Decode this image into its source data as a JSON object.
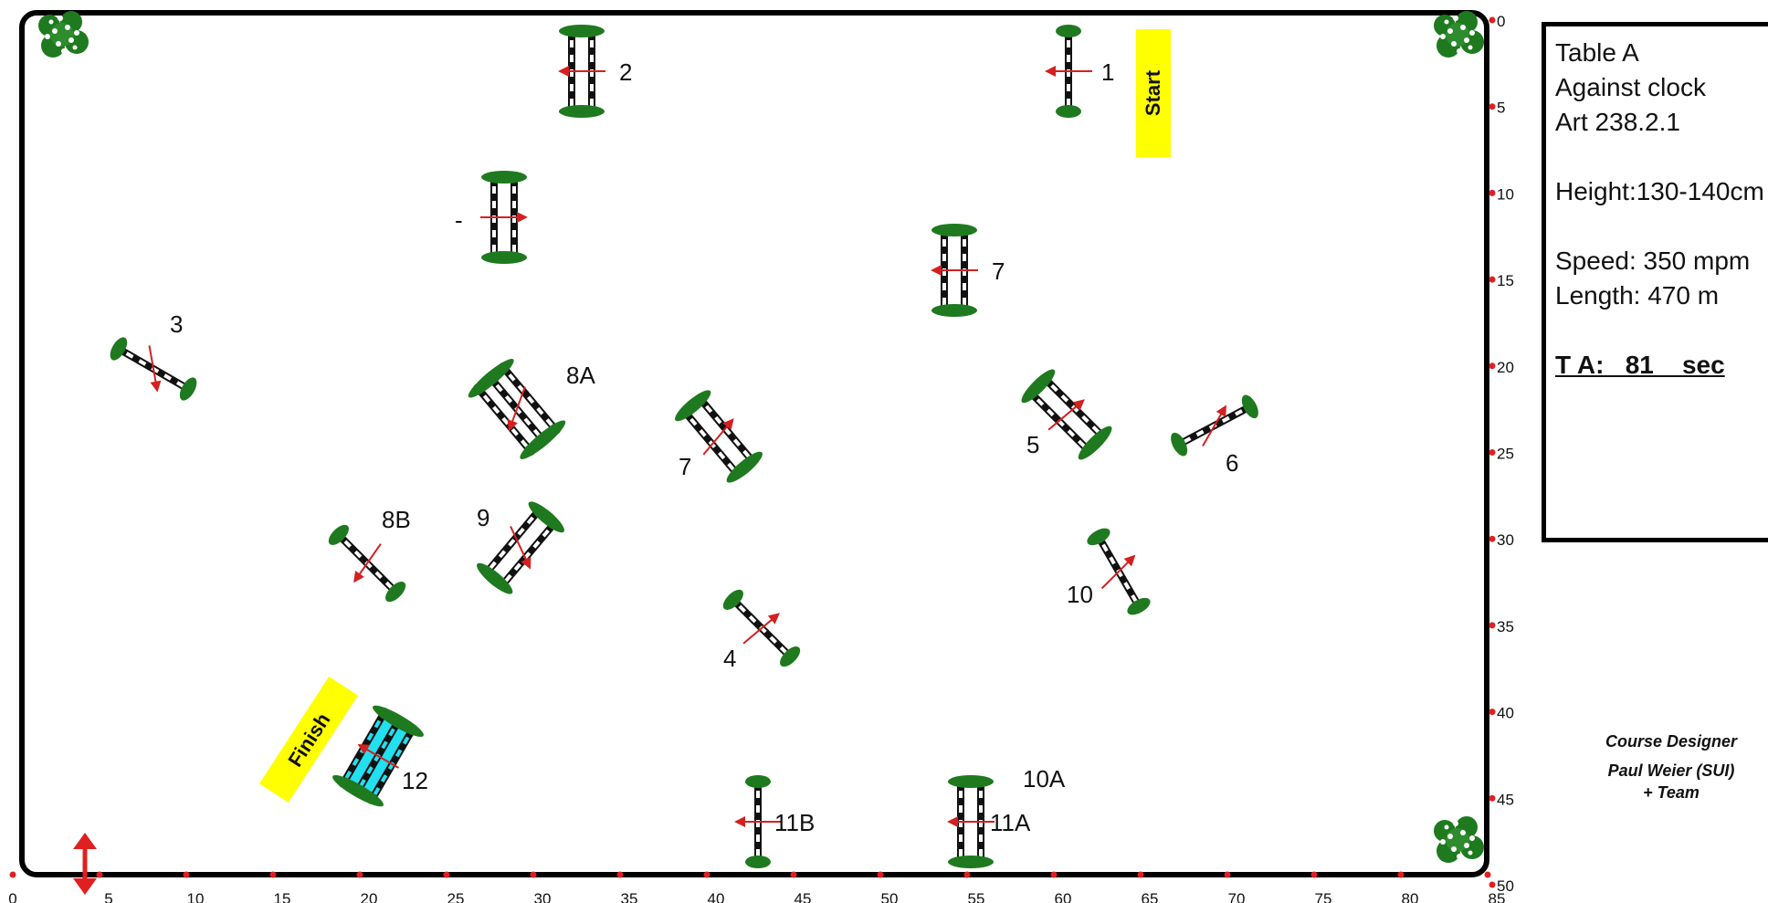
{
  "info": {
    "table": "Table  A",
    "clock": "Against clock",
    "article": "Art 238.2.1",
    "height": "Height:130-140cm",
    "speed": "Speed:  350 mpm",
    "length": "Length: 470 m",
    "time_allowed": "T A:   81    sec"
  },
  "designer": {
    "title": "Course Designer",
    "name": "Paul Weier (SUI)",
    "team": "+ Team"
  },
  "banners": {
    "start": "Start",
    "finish": "Finish"
  },
  "x_ticks": [
    "0",
    "5",
    "10",
    "15",
    "20",
    "25",
    "30",
    "35",
    "40",
    "45",
    "50",
    "55",
    "60",
    "65",
    "70",
    "75",
    "80",
    "85"
  ],
  "y_ticks": [
    "0",
    "5",
    "10",
    "15",
    "20",
    "25",
    "30",
    "35",
    "40",
    "45",
    "50"
  ],
  "obstacles": [
    {
      "label": "1",
      "kind": "vertical"
    },
    {
      "label": "2",
      "kind": "oxer"
    },
    {
      "label": "-",
      "kind": "oxer"
    },
    {
      "label": "7",
      "kind": "oxer"
    },
    {
      "label": "3",
      "kind": "vertical"
    },
    {
      "label": "8A",
      "kind": "triple"
    },
    {
      "label": "7",
      "kind": "oxer"
    },
    {
      "label": "5",
      "kind": "oxer"
    },
    {
      "label": "6",
      "kind": "vertical"
    },
    {
      "label": "8B",
      "kind": "vertical"
    },
    {
      "label": "9",
      "kind": "oxer"
    },
    {
      "label": "4",
      "kind": "vertical"
    },
    {
      "label": "10",
      "kind": "vertical"
    },
    {
      "label": "12",
      "kind": "water"
    },
    {
      "label": "11B",
      "kind": "vertical"
    },
    {
      "label": "11A",
      "kind": "oxer"
    },
    {
      "label": "10A",
      "kind": "text"
    }
  ],
  "colors": {
    "rail_dark": "#111111",
    "rail_light": "#ffffff",
    "wing_green": "#1f7a1f",
    "arrow_red": "#d42020",
    "banner_yellow": "#ffff00",
    "water_cyan": "#22e0f0"
  }
}
